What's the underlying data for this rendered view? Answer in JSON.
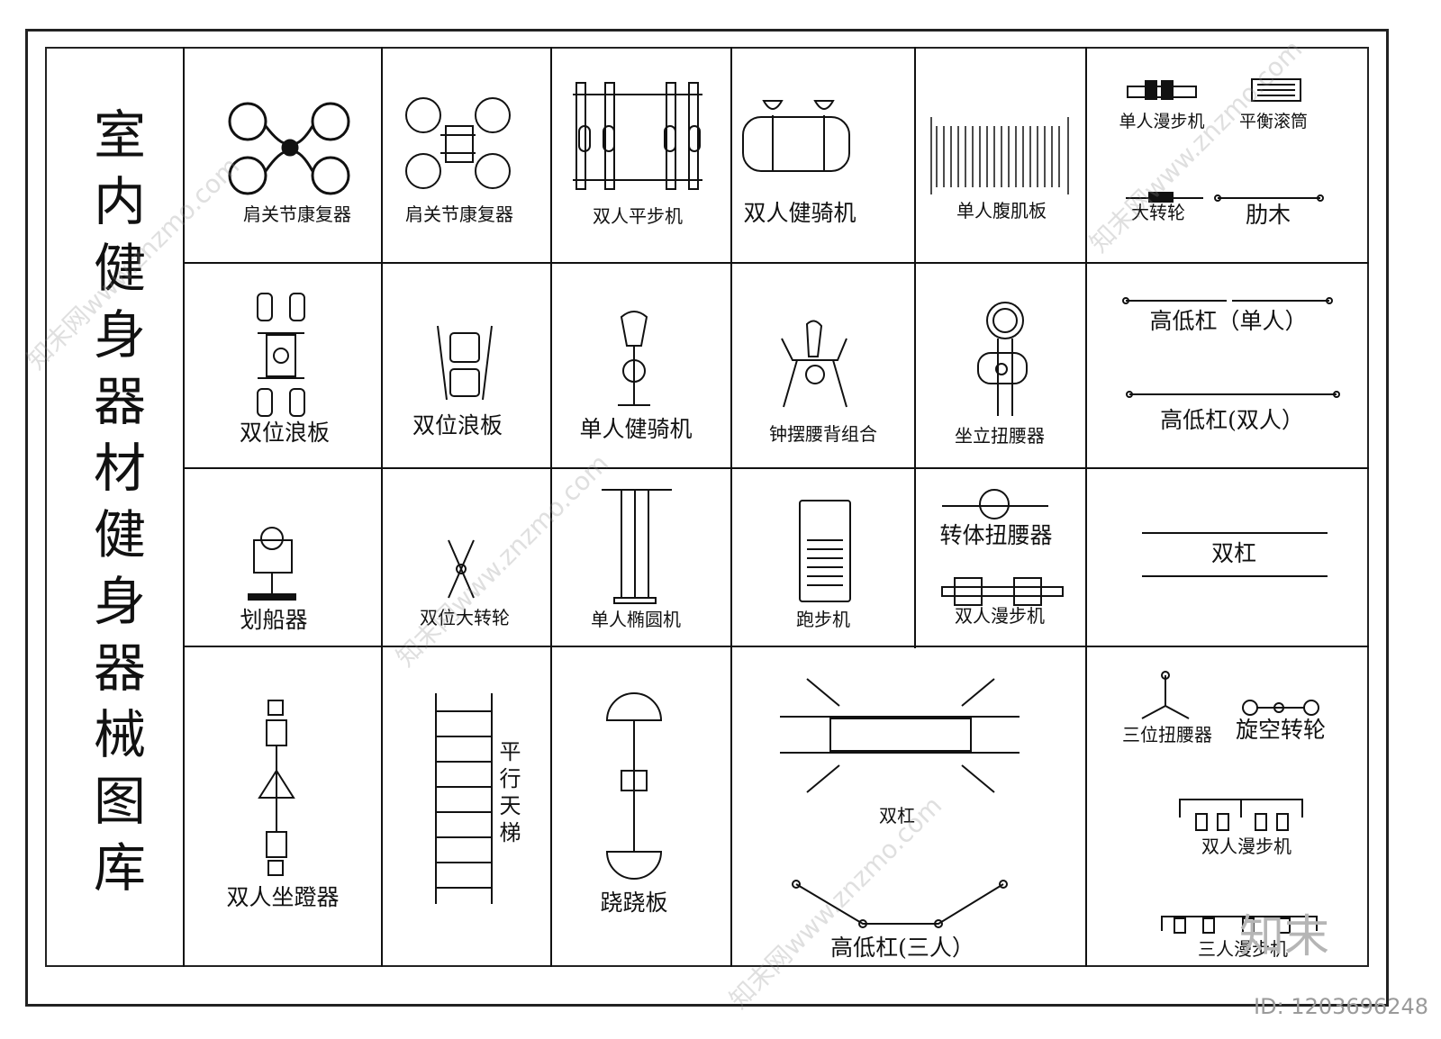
{
  "title": "室内健身器材健身器械图库",
  "labels": {
    "shoulder1": "肩关节康复器",
    "shoulder2": "肩关节康复器",
    "double_walker": "双人平步机",
    "double_rider": "双人健骑机",
    "ab_board": "单人腹肌板",
    "single_stroller": "单人漫步机",
    "balance_roller": "平衡滚筒",
    "big_wheel": "大转轮",
    "rib_bar": "肋木",
    "wave_board1": "双位浪板",
    "wave_board2": "双位浪板",
    "single_rider": "单人健骑机",
    "pendulum": "钟摆腰背组合",
    "sit_twister": "坐立扭腰器",
    "hl_bar_single": "高低杠（单人）",
    "hl_bar_double": "高低杠(双人）",
    "rowing": "划船器",
    "double_big_wheel": "双位大转轮",
    "elliptical": "单人椭圆机",
    "treadmill": "跑步机",
    "body_twister": "转体扭腰器",
    "double_stroller": "双人漫步机",
    "parallel_bars": "双杠",
    "seated_pedal": "双人坐蹬器",
    "ladder": "平行天梯",
    "seesaw": "跷跷板",
    "parallel_bars2": "双杠",
    "hl_bar_triple": "高低杠(三人）",
    "triple_twister": "三位扭腰器",
    "spin_wheel": "旋空转轮",
    "double_stroller2": "双人漫步机",
    "triple_stroller": "三人漫步机"
  },
  "watermark": "知末网www.znzmo.com",
  "logo": "知末",
  "id_text": "ID: 1203696248",
  "colors": {
    "line": "#111111",
    "watermark": "#8c8c8c"
  },
  "icons": [
    "shoulder-rehab-icon",
    "walker-icon",
    "rider-icon",
    "ab-board-icon",
    "stroller-icon",
    "roller-icon",
    "wheel-icon",
    "rib-bar-icon",
    "wave-board-icon",
    "pendulum-icon",
    "twister-icon",
    "bar-icon",
    "rowing-icon",
    "elliptical-icon",
    "treadmill-icon",
    "pedal-icon",
    "ladder-icon",
    "seesaw-icon"
  ]
}
